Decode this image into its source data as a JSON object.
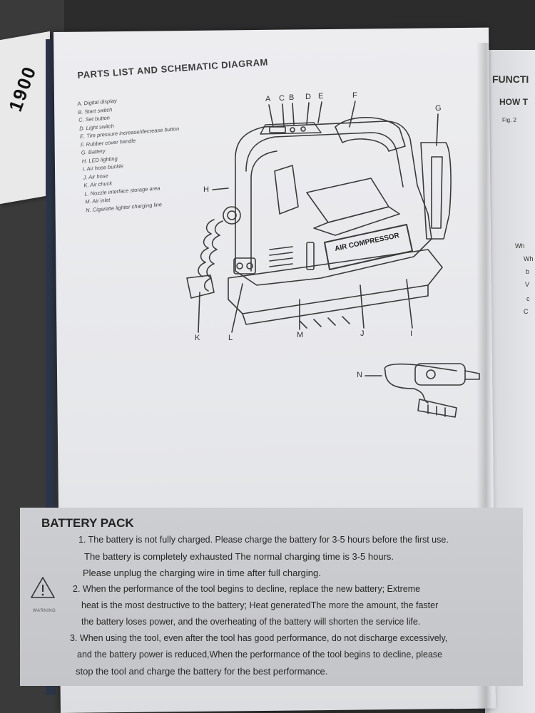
{
  "background": {
    "spine_label": "1900"
  },
  "left_page": {
    "title": "PARTS LIST AND SCHEMATIC DIAGRAM",
    "parts": [
      "A. Digital display",
      "B. Start switch",
      "C. Set button",
      "D. Light switch",
      "E. Tire pressure increase/decrease button",
      "F. Rubber cover handle",
      "G. Battery",
      "H. LED lighting",
      "I. Air hose buckle",
      "J. Air hose",
      "K. Air chuck",
      "L. Nozzle interface storage area",
      "M. Air inlet",
      "N. Cigarette lighter charging line"
    ],
    "diagram": {
      "callouts_top": [
        "A",
        "C",
        "B",
        "D",
        "E",
        "F",
        "G"
      ],
      "callout_h": "H",
      "callouts_bottom": [
        "K",
        "L",
        "M",
        "J",
        "I"
      ],
      "callout_n": "N",
      "product_label": "AIR COMPRESSOR"
    }
  },
  "right_page": {
    "heading": "FUNCTI",
    "subheading": "HOW T",
    "fig": "Fig. 2",
    "fragments": [
      "Wh",
      "Wh",
      "b",
      "V",
      "c",
      "C"
    ]
  },
  "battery_pack": {
    "title": "BATTERY PACK",
    "warning_label": "WARNING",
    "lines": [
      "1. The battery is not fully charged. Please charge the battery for 3-5 hours before the first use.",
      "The battery is completely exhausted The normal charging time is 3-5 hours.",
      "Please unplug the charging wire in time after full charging.",
      "2. When the performance of the tool begins to decline, replace the new battery; Extreme",
      "heat is the most destructive to the battery; Heat generatedThe more the amount, the faster",
      "the battery loses power, and the overheating of the battery will shorten the service life.",
      "3. When using the tool, even after the tool has good performance, do not discharge excessively,",
      "and the battery power is reduced,When the performance of the tool begins to decline, please",
      "stop the tool and charge the battery for the best performance."
    ]
  }
}
